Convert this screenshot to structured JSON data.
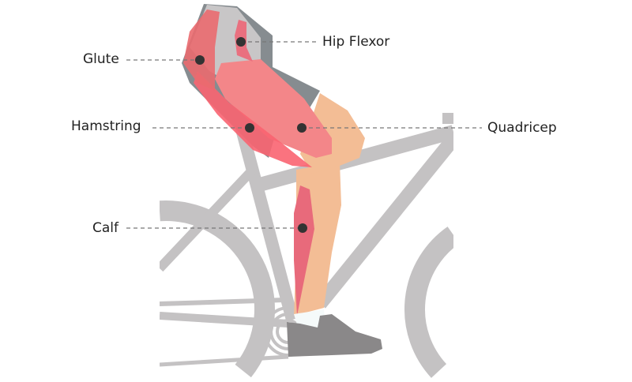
{
  "labels": {
    "hip_flexor": "Hip Flexor",
    "glute": "Glute",
    "hamstring": "Hamstring",
    "quadricep": "Quadricep",
    "calf": "Calf"
  },
  "colors": {
    "bike": "#c4c2c3",
    "muscle": "#f07a80",
    "muscle_dark": "#e8657a",
    "skin": "#f3bd95",
    "shorts": "#868c90",
    "shoe": "#8a8889",
    "dot": "#333333",
    "leader": "#777777"
  }
}
